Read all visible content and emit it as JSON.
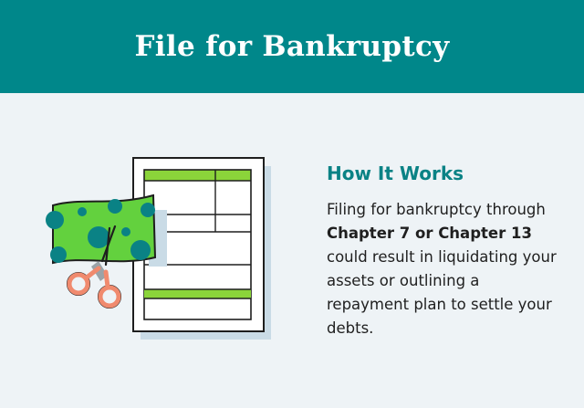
{
  "header": {
    "title": "File for Bankruptcy"
  },
  "section": {
    "heading": "How It Works",
    "body": {
      "before": "Filing for bankruptcy through ",
      "emphasis": "Chapter 7 or Chapter 13",
      "after": " could result in liquidating your assets or outlining a repayment plan to settle your debts."
    }
  },
  "colors": {
    "header_bg": "#00878a",
    "page_bg": "#eef3f6",
    "accent_green": "#8bd43a",
    "money_green": "#63d13e",
    "teal": "#0a8285",
    "scissors": "#f08a6e",
    "shadow": "#c9dbe6"
  },
  "icons": [
    "bankruptcy-form-icon",
    "cut-money-icon",
    "scissors-icon"
  ]
}
